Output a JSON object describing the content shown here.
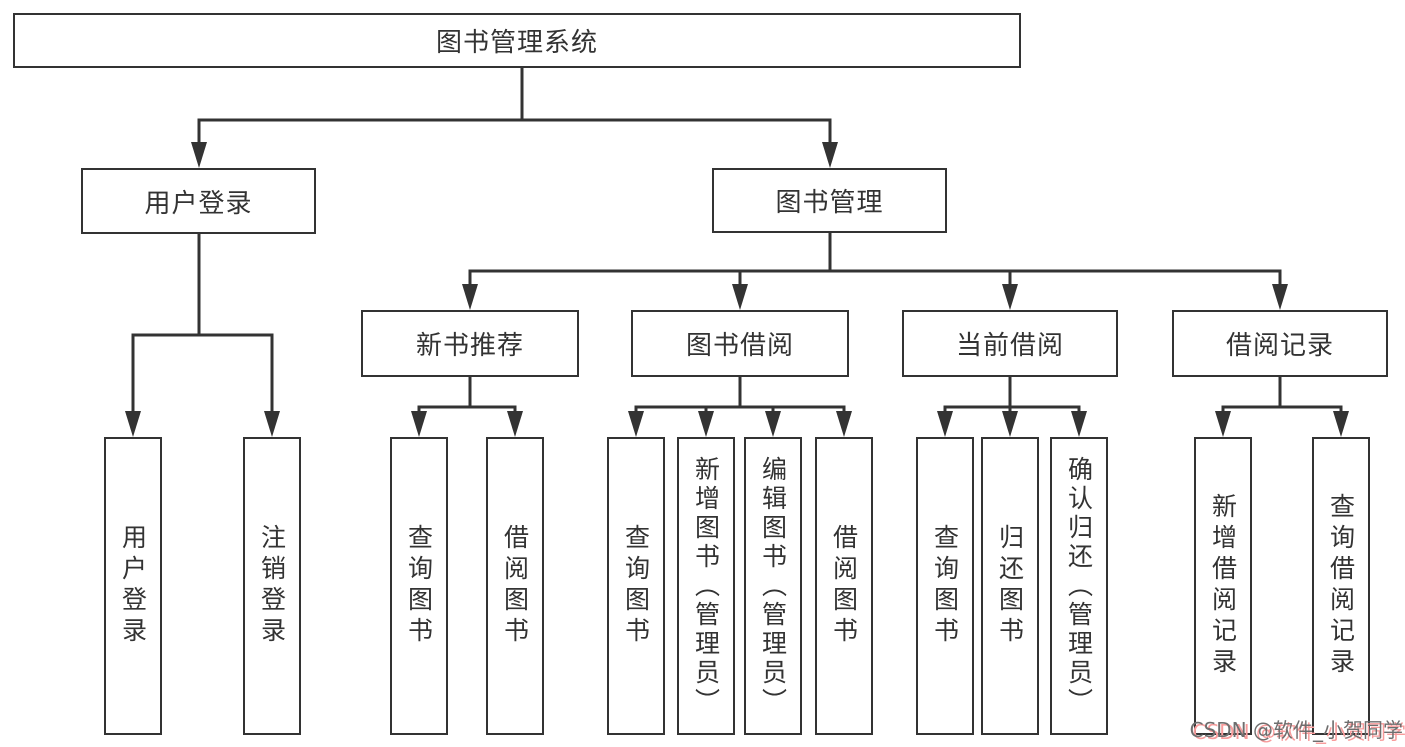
{
  "diagram_type": "system-function-tree",
  "tree": {
    "label": "图书管理系统",
    "children": [
      {
        "label": "用户登录",
        "children": [
          {
            "label": "用户登录"
          },
          {
            "label": "注销登录"
          }
        ]
      },
      {
        "label": "图书管理",
        "children": [
          {
            "label": "新书推荐",
            "children": [
              {
                "label": "查询图书"
              },
              {
                "label": "借阅图书"
              }
            ]
          },
          {
            "label": "图书借阅",
            "children": [
              {
                "label": "查询图书"
              },
              {
                "label": "新增图书（管理员）"
              },
              {
                "label": "编辑图书（管理员）"
              },
              {
                "label": "借阅图书"
              }
            ]
          },
          {
            "label": "当前借阅",
            "children": [
              {
                "label": "查询图书"
              },
              {
                "label": "归还图书"
              },
              {
                "label": "确认归还（管理员）"
              }
            ]
          },
          {
            "label": "借阅记录",
            "children": [
              {
                "label": "新增借阅记录"
              },
              {
                "label": "查询借阅记录"
              }
            ]
          }
        ]
      }
    ]
  },
  "watermark": {
    "text": "CSDN @软件_小贺同学"
  },
  "colors": {
    "line": "#333333",
    "text": "#333333",
    "box_background": "#ffffff",
    "watermark_text": "#6e6e6e",
    "watermark_shadow": "#f89c9c"
  }
}
